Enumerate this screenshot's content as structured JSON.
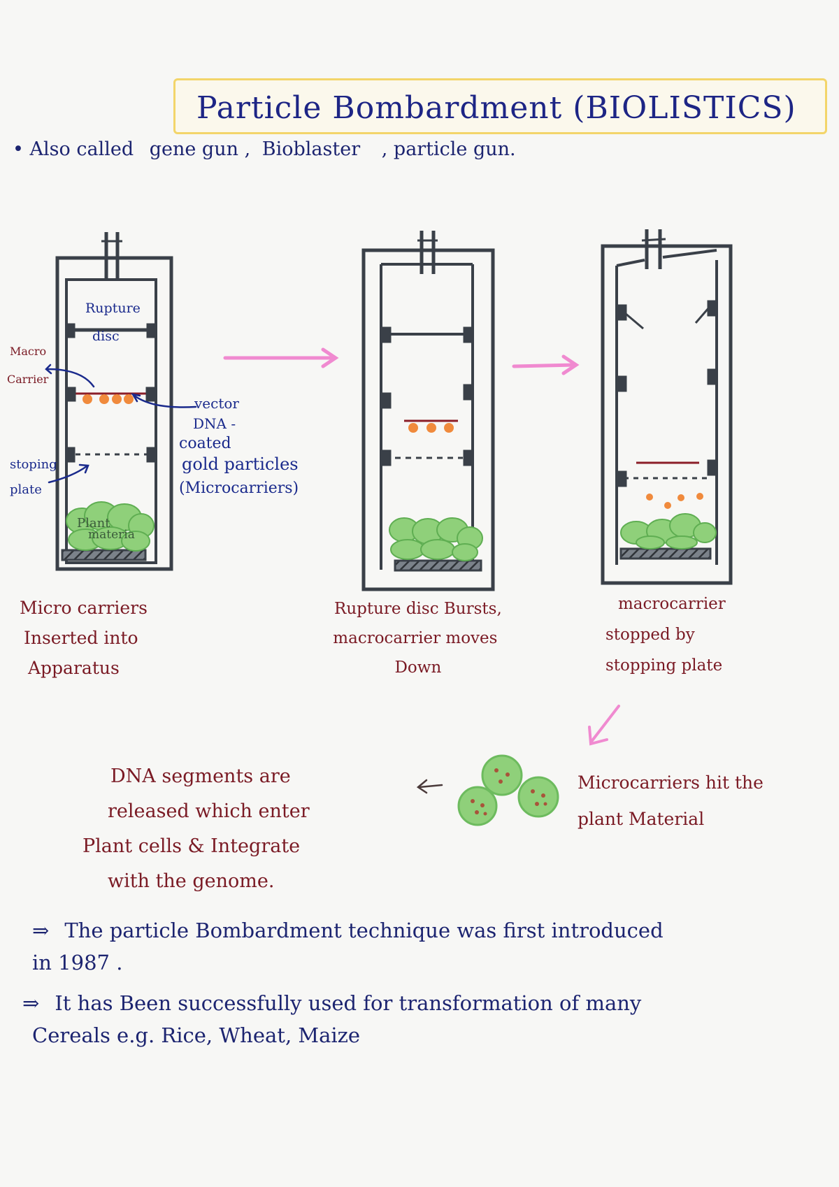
{
  "title": "Particle Bombardment (BIOLISTICS)",
  "aka": {
    "bullet": "•",
    "prefix": "Also called",
    "names": [
      "gene gun",
      "Bioblaster",
      "particle gun."
    ]
  },
  "diagram1": {
    "labels": {
      "rupture": "Rupture",
      "disc": "disc",
      "macro": "Macro",
      "carrier": "Carrier",
      "vector": "vector",
      "dna": "DNA -",
      "coated": "coated",
      "gold": "gold particles",
      "micro": "(Microcarriers)",
      "stoping": "stoping",
      "plate": "plate",
      "plant": "Plant",
      "material": "materia"
    },
    "caption": [
      "Micro carriers",
      "Inserted into",
      "Apparatus"
    ]
  },
  "diagram2": {
    "caption": [
      "Rupture disc Bursts,",
      "macrocarrier moves",
      "Down"
    ]
  },
  "diagram3": {
    "caption": [
      "macrocarrier",
      "stopped by",
      "stopping plate"
    ]
  },
  "step4": {
    "caption": [
      "Microcarriers hit the",
      "plant Material"
    ]
  },
  "step5": {
    "caption": [
      "DNA segments are",
      "released which enter",
      "Plant cells & Integrate",
      "with the genome."
    ]
  },
  "notes": {
    "arrow": "⇒",
    "line1a": "The particle Bombardment technique was first introduced",
    "line1b": "in 1987 .",
    "line2a": "It has Been successfully used for transformation of many",
    "line2b": "Cereals e.g. Rice, Wheat, Maize"
  },
  "colors": {
    "ink_blue": "#1a2a8c",
    "ink_maroon": "#7a1a24",
    "apparatus": "#3a4048",
    "particle": "#f08a3c",
    "plant": "#8fd07a",
    "arrow_pink": "#f08ad0",
    "highlight": "#f3d56a"
  }
}
